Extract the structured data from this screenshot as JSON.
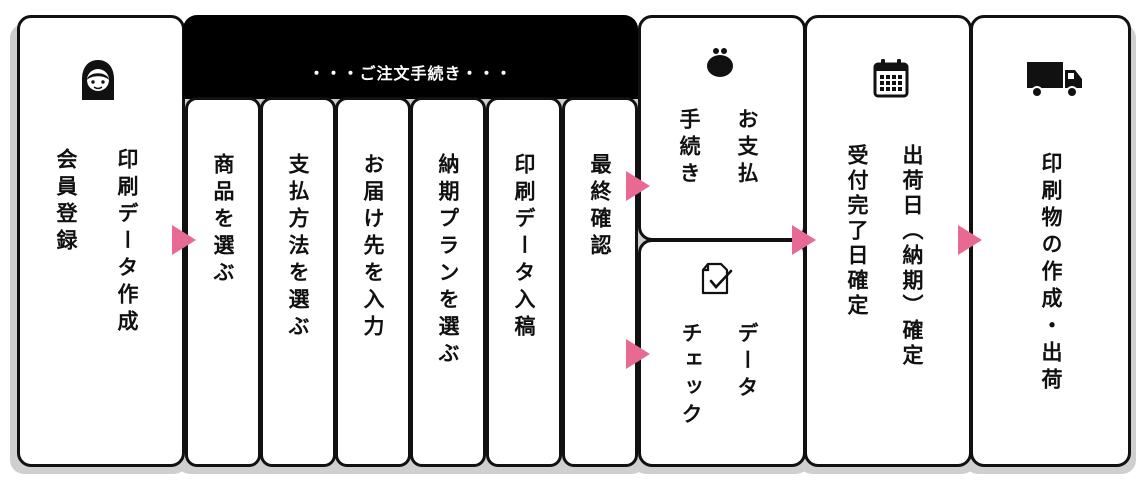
{
  "steps": {
    "member": {
      "line1": "印刷データ作成",
      "line2": "会員登録",
      "icon": "person-icon"
    },
    "order_header": "・・・ご注文手続き・・・",
    "order_steps": [
      "商品を選ぶ",
      "支払方法を選ぶ",
      "お届け先を入力",
      "納期プランを選ぶ",
      "印刷データ入稿",
      "最終確認"
    ],
    "payment": {
      "line1": "お支払",
      "line2": "手続き",
      "icon": "purse-icon"
    },
    "data_check": {
      "line1": "データ",
      "line2": "チェック",
      "icon": "document-check-icon"
    },
    "confirm": {
      "line1": "出荷日（納期）確定",
      "line2": "受付完了日確定",
      "icon": "calendar-icon"
    },
    "ship": {
      "line1": "印刷物の作成・出荷",
      "icon": "truck-icon"
    }
  },
  "colors": {
    "arrow": "#e86a92",
    "border": "#111111",
    "header_bg": "#000000",
    "shadow": "#cfcfcf"
  }
}
